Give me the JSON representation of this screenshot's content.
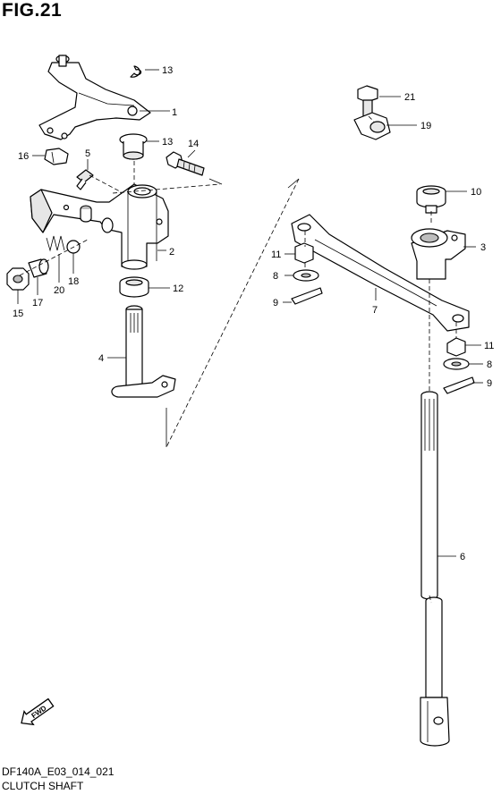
{
  "figure": {
    "title": "FIG.21",
    "code": "DF140A_E03_014_021",
    "name": "CLUTCH SHAFT"
  },
  "fwd_badge": "FWD",
  "callouts": {
    "c1": "1",
    "c2": "2",
    "c3": "3",
    "c4": "4",
    "c5": "5",
    "c6": "6",
    "c7": "7",
    "c8a": "8",
    "c8b": "8",
    "c9a": "9",
    "c9b": "9",
    "c10": "10",
    "c11a": "11",
    "c11b": "11",
    "c12": "12",
    "c13a": "13",
    "c13b": "13",
    "c14": "14",
    "c15": "15",
    "c16": "16",
    "c17": "17",
    "c18": "18",
    "c19": "19",
    "c20": "20",
    "c21": "21"
  }
}
